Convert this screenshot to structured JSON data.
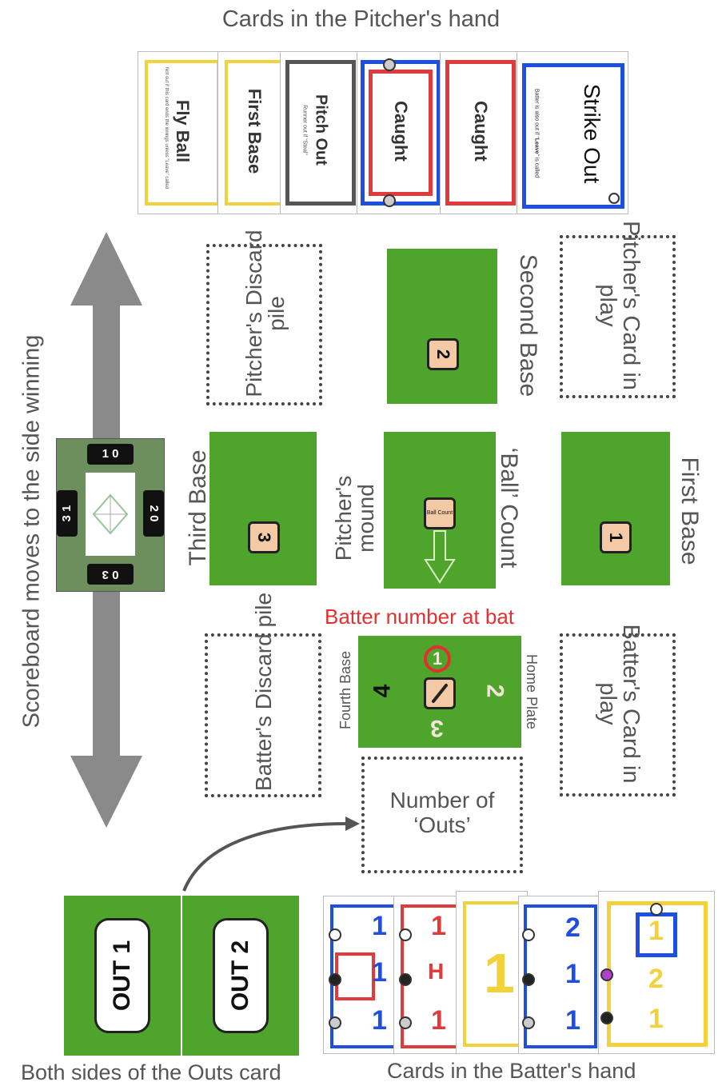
{
  "captions": {
    "pitcher_hand": "Cards in the Pitcher's hand",
    "batter_hand": "Cards in the Batter's hand",
    "outs_card": "Both sides of the Outs card",
    "scoreboard": "Scoreboard moves to the side winning",
    "batter_number": "Batter number at bat"
  },
  "zones": {
    "pitchers_discard": "Pitcher's Discard pile",
    "pitchers_card_in_play": "Pitcher's Card in play",
    "batters_discard": "Batter's Discard pile",
    "batters_card_in_play": "Batter's Card in play",
    "number_of_outs": "Number of ‘Outs’"
  },
  "field_labels": {
    "second_base": "Second Base",
    "third_base": "Third Base",
    "first_base": "First Base",
    "pitchers_mound": "Pitcher's mound",
    "ball_count": "‘Ball’ Count",
    "fourth_base": "Fourth Base",
    "home_plate": "Home Plate"
  },
  "tiles": {
    "second": "2",
    "third": "3",
    "first": "1",
    "ball_count": "Ball Count",
    "batter_number": "1",
    "home_numbers": [
      "4",
      "2",
      "3"
    ]
  },
  "scoreboard": {
    "top": "1 0",
    "bottom": "0 3",
    "left": "3 1",
    "right": "2 0"
  },
  "pitcher_cards": [
    {
      "title": "Fly Ball",
      "note": "Not out if this card ends the innings unless “Leave” called",
      "color": "#f2d13a"
    },
    {
      "title": "First Base",
      "note": "",
      "color": "#f2d13a"
    },
    {
      "title": "Pitch Out",
      "note": "Runner out if “Steal”",
      "color": "#555555"
    },
    {
      "title": "Caught",
      "note": "",
      "color": "#1f4fe0"
    },
    {
      "title": "Caught",
      "note": "",
      "color": "#e03a3a"
    },
    {
      "title": "Strike Out",
      "note_pre": "Batter is also out if “",
      "note_bold": "Leave",
      "note_post": "” is called",
      "color": "#1f4fe0"
    }
  ],
  "outs_card": {
    "side1": "OUT 1",
    "side2": "OUT 2"
  },
  "batter_cards": [
    {
      "color": "#1f4fe0",
      "values": [
        "1",
        "1",
        "1"
      ]
    },
    {
      "color": "#e03a3a",
      "values": [
        "1",
        "H",
        "1"
      ]
    },
    {
      "color": "#f2d13a",
      "values": [
        "1"
      ]
    },
    {
      "color": "#1f4fe0",
      "values": [
        "2",
        "1",
        "1"
      ]
    },
    {
      "color": "#f2d13a",
      "values": [
        "1",
        "2",
        "1"
      ]
    }
  ],
  "colors": {
    "field_green": "#4fa52b",
    "tile_tan": "#f3c9a6",
    "highlight_red": "#e23030",
    "arrow_gray": "#8a8a8a"
  }
}
